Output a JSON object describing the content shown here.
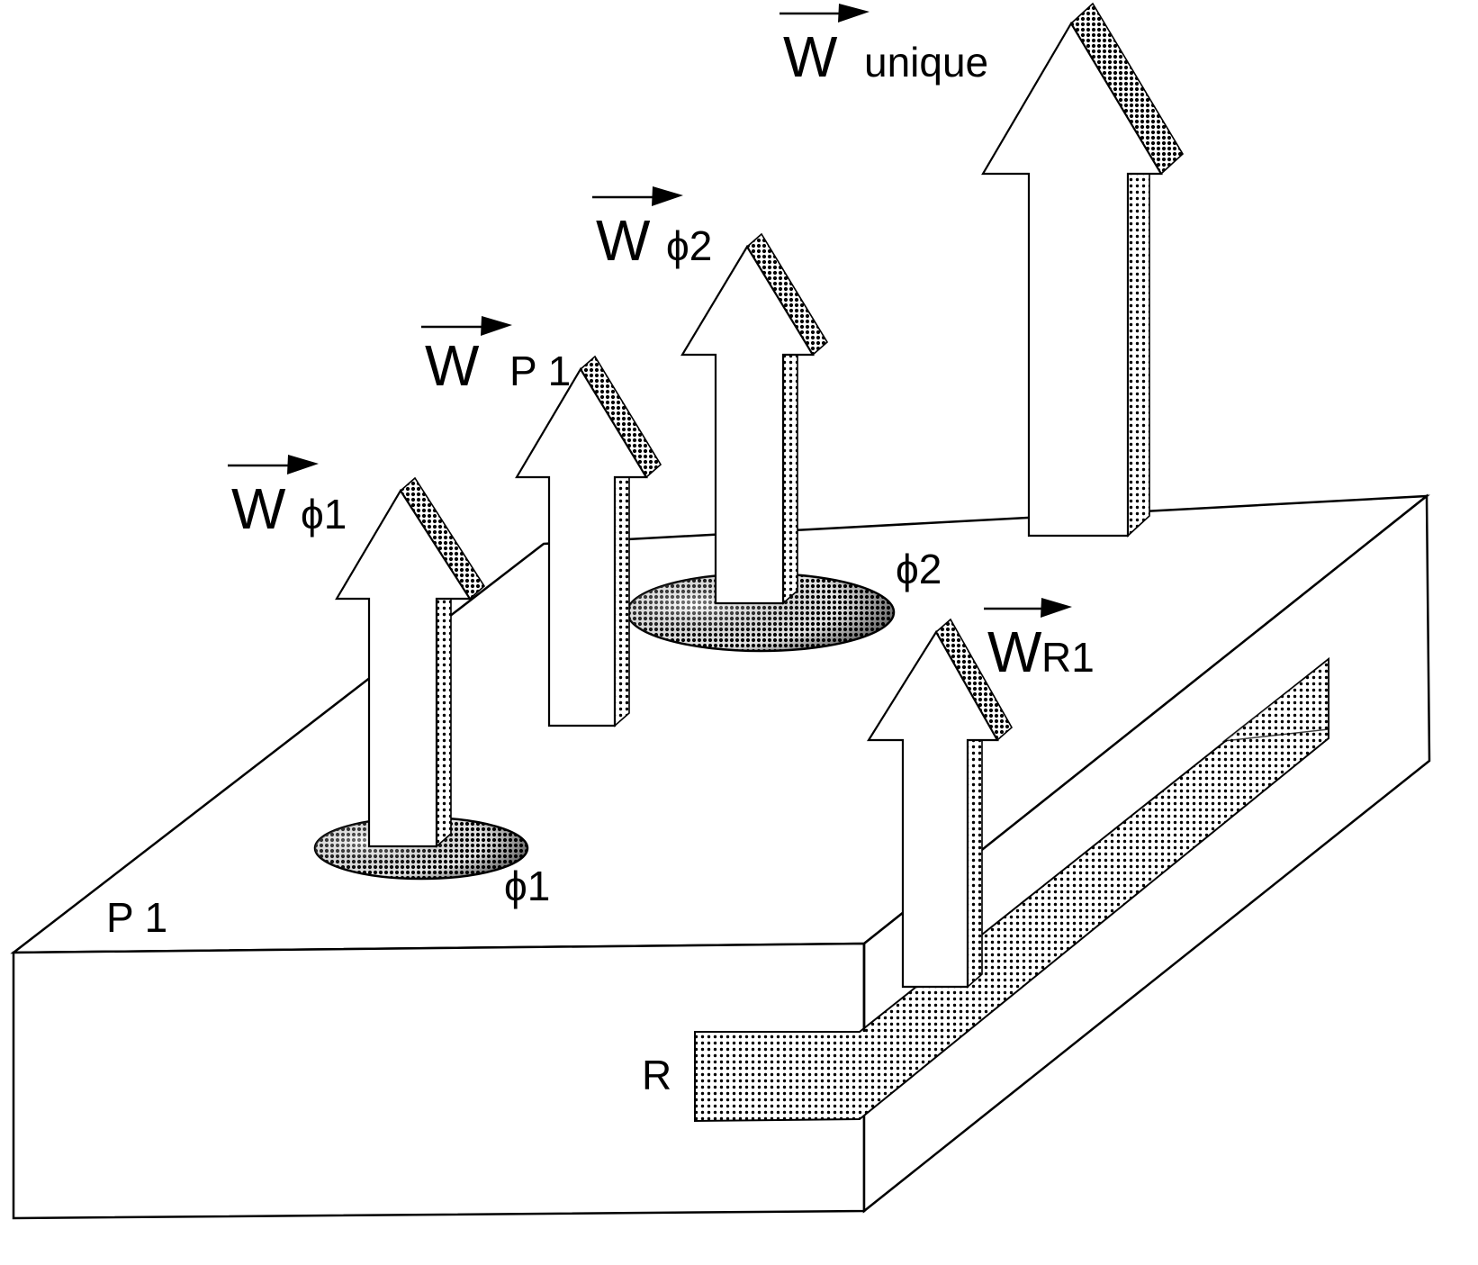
{
  "diagram": {
    "title": "",
    "block_label": "P 1",
    "channel_label": "R",
    "holes": [
      {
        "id": "phi1",
        "label": "ϕ1"
      },
      {
        "id": "phi2",
        "label": "ϕ2"
      }
    ],
    "vectors": [
      {
        "id": "w-phi1",
        "symbol": "W",
        "subscript": "ϕ1",
        "anchor": "hole ϕ1"
      },
      {
        "id": "w-p1",
        "symbol": "W",
        "subscript": "P 1",
        "anchor": "top surface of P 1"
      },
      {
        "id": "w-phi2",
        "symbol": "W",
        "subscript": "ϕ2",
        "anchor": "hole ϕ2"
      },
      {
        "id": "w-unique",
        "symbol": "W",
        "subscript": "unique",
        "anchor": "overall part"
      },
      {
        "id": "w-r1",
        "symbol": "W",
        "subscript": "R1",
        "anchor": "channel R"
      }
    ]
  }
}
